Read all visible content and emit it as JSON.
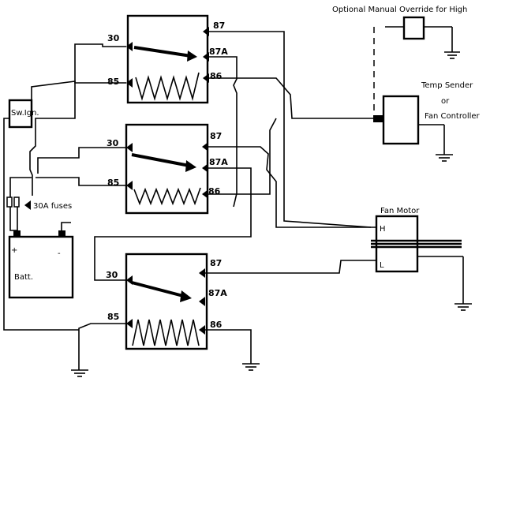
{
  "diagram": {
    "relays": [
      {
        "pin30": "30",
        "pin85": "85",
        "pin87": "87",
        "pin87a": "87A",
        "pin86": "86"
      },
      {
        "pin30": "30",
        "pin85": "85",
        "pin87": "87",
        "pin87a": "87A",
        "pin86": "86"
      },
      {
        "pin30": "30",
        "pin85": "85",
        "pin87": "87",
        "pin87a": "87A",
        "pin86": "86"
      }
    ],
    "switch_ign_label": "Sw.Ign.",
    "fuses_label": "30A fuses",
    "battery": {
      "label": "Batt.",
      "plus": "+",
      "minus": "-"
    },
    "override_label": "Optional Manual Override for High",
    "temp_sender_lines": [
      "Temp Sender",
      "or",
      "Fan Controller"
    ],
    "fan_motor": {
      "label": "Fan Motor",
      "high": "H",
      "low": "L"
    }
  }
}
